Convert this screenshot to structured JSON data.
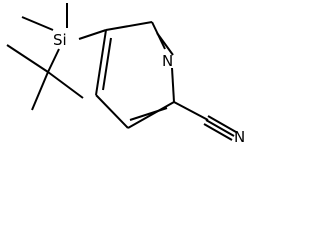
{
  "molecule": {
    "atoms": {
      "silicon": "Si",
      "ring_nitrogen": "N",
      "nitrile_nitrogen": "N"
    },
    "colors": {
      "bond": "#000000",
      "label": "#000000",
      "background": "#ffffff"
    }
  }
}
